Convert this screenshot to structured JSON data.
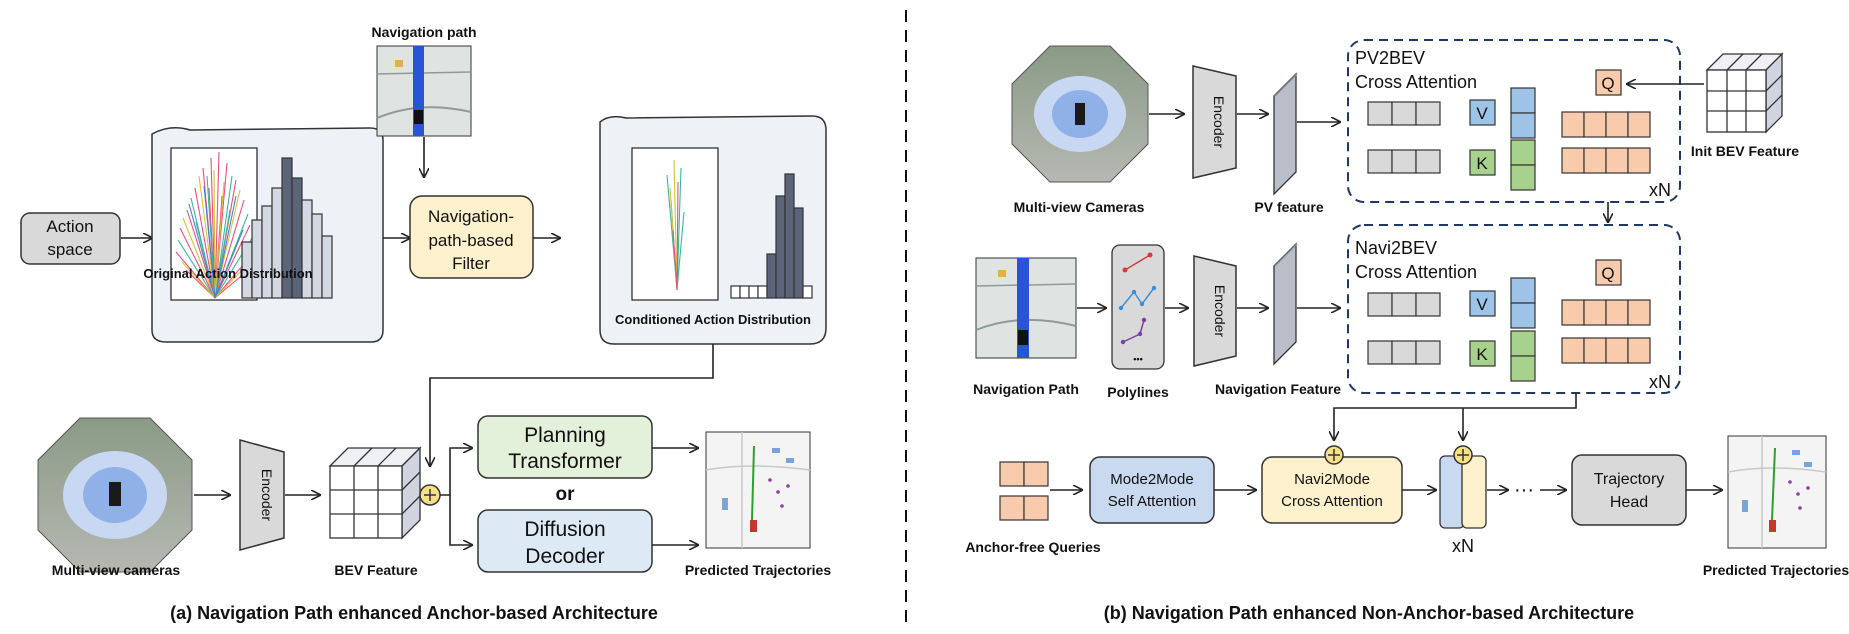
{
  "left": {
    "caption": "(a) Navigation Path enhanced Anchor-based Architecture",
    "action_space": [
      "Action",
      "space"
    ],
    "original_label": "Original Action Distribution",
    "nav_path_label": "Navigation path",
    "filter": [
      "Navigation-",
      "path-based",
      "Filter"
    ],
    "conditioned_label": "Conditioned Action Distribution",
    "cameras_label": "Multi-view cameras",
    "encoder": "Encoder",
    "bev_label": "BEV Feature",
    "planning": [
      "Planning",
      "Transformer"
    ],
    "or": "or",
    "diffusion": [
      "Diffusion",
      "Decoder"
    ],
    "predicted": "Predicted Trajectories"
  },
  "right": {
    "caption": "(b) Navigation Path enhanced Non-Anchor-based Architecture",
    "cameras_label": "Multi-view Cameras",
    "encoder": "Encoder",
    "pv_label": "PV feature",
    "pv2bev": [
      "PV2BEV",
      "Cross Attention"
    ],
    "navi2bev": [
      "Navi2BEV",
      "Cross Attention"
    ],
    "v": "V",
    "k": "K",
    "q": "Q",
    "xn": "xN",
    "init_bev": "Init BEV Feature",
    "nav_path_label": "Navigation Path",
    "polylines_label": "Polylines",
    "polylines_dots": "•••",
    "nav_feature_label": "Navigation Feature",
    "queries_label": "Anchor-free Queries",
    "mode2mode": [
      "Mode2Mode",
      "Self Attention"
    ],
    "navi2mode": [
      "Navi2Mode",
      "Cross Attention"
    ],
    "ellipsis": "···",
    "traj_head": [
      "Trajectory",
      "Head"
    ],
    "predicted": "Predicted Trajectories"
  },
  "colors": {
    "filter_fill": "#fdf0cc",
    "planning_fill": "#e3f0da",
    "diffusion_fill": "#dde9f5",
    "gray_box": "#d9d9d9",
    "orange_cell": "#f8cbad",
    "blue_cell": "#9dc3e6",
    "green_cell": "#a9d18e",
    "mode2mode_fill": "#c9daf0",
    "navi2mode_fill": "#fdf0cc",
    "dashed_border": "#1f3864"
  }
}
